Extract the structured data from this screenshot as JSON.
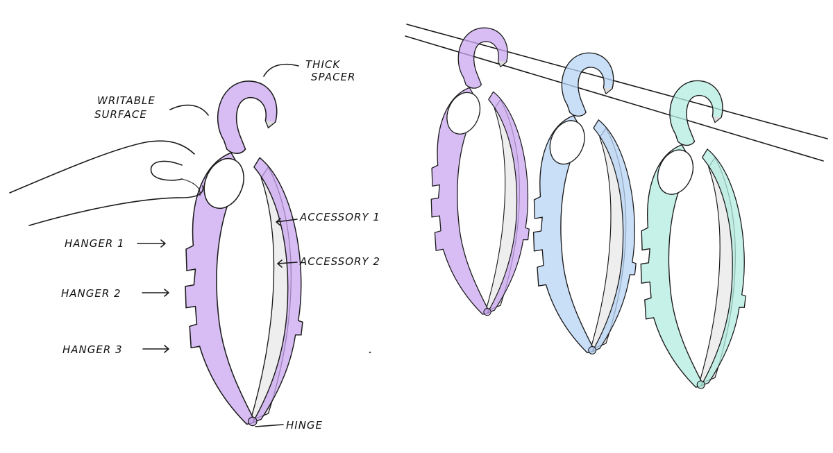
{
  "annotations": {
    "thick_spacer": [
      "THICK",
      "SPACER"
    ],
    "writable_surface": [
      "WRITABLE",
      "SURFACE"
    ],
    "hanger_1": "HANGER 1",
    "hanger_2": "HANGER 2",
    "hanger_3": "HANGER 3",
    "accessory_1": "ACCESSORY 1",
    "accessory_2": "ACCESSORY 2",
    "hinge": "HINGE"
  },
  "colors": {
    "purple": "#c9a7ef",
    "purple_dark": "#a57fe0",
    "blue": "#b7d3f4",
    "blue_dark": "#8fb6e8",
    "teal": "#b3ece0",
    "teal_dark": "#7fd8c8",
    "ink": "#1a1a1a"
  }
}
